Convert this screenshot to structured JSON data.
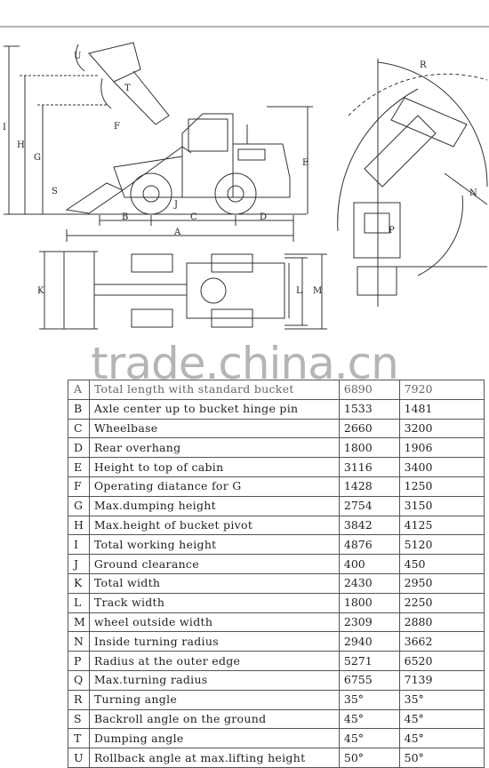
{
  "diagram": {
    "side_labels": [
      "U",
      "T",
      "F",
      "I",
      "H",
      "G",
      "S",
      "B",
      "C",
      "D",
      "A",
      "J",
      "E"
    ],
    "turn_labels": [
      "R",
      "N",
      "P"
    ],
    "top_labels": [
      "K",
      "L",
      "M"
    ]
  },
  "watermark": "trade.china.cn",
  "specs": [
    {
      "letter": "A",
      "label": "Total length with standard bucket",
      "v1": "6890",
      "v2": "7920"
    },
    {
      "letter": "B",
      "label": "Axle center up to bucket hinge pin",
      "v1": "1533",
      "v2": "1481"
    },
    {
      "letter": "C",
      "label": "Wheelbase",
      "v1": "2660",
      "v2": "3200"
    },
    {
      "letter": "D",
      "label": "Rear overhang",
      "v1": "1800",
      "v2": "1906"
    },
    {
      "letter": "E",
      "label": "Height to top of cabin",
      "v1": "3116",
      "v2": "3400"
    },
    {
      "letter": "F",
      "label": "Operating diatance for G",
      "v1": "1428",
      "v2": "1250"
    },
    {
      "letter": "G",
      "label": "Max.dumping height",
      "v1": "2754",
      "v2": "3150"
    },
    {
      "letter": "H",
      "label": "Max.height of bucket pivot",
      "v1": "3842",
      "v2": "4125"
    },
    {
      "letter": "I",
      "label": "Total working height",
      "v1": "4876",
      "v2": "5120"
    },
    {
      "letter": "J",
      "label": "Ground clearance",
      "v1": "400",
      "v2": "450"
    },
    {
      "letter": "K",
      "label": "Total width",
      "v1": "2430",
      "v2": "2950"
    },
    {
      "letter": "L",
      "label": "Track width",
      "v1": "1800",
      "v2": "2250"
    },
    {
      "letter": "M",
      "label": "wheel outside width",
      "v1": "2309",
      "v2": "2880"
    },
    {
      "letter": "N",
      "label": "Inside turning radius",
      "v1": "2940",
      "v2": "3662"
    },
    {
      "letter": "P",
      "label": "Radius at the outer edge",
      "v1": "5271",
      "v2": "6520"
    },
    {
      "letter": "Q",
      "label": "Max.turning radius",
      "v1": "6755",
      "v2": "7139"
    },
    {
      "letter": "R",
      "label": "Turning angle",
      "v1": "35°",
      "v2": "35°"
    },
    {
      "letter": "S",
      "label": "Backroll angle on the ground",
      "v1": "45°",
      "v2": "45°"
    },
    {
      "letter": "T",
      "label": "Dumping angle",
      "v1": "45°",
      "v2": "45°"
    },
    {
      "letter": "U",
      "label": "Rollback angle at max.lifting height",
      "v1": "50°",
      "v2": "50°"
    }
  ]
}
